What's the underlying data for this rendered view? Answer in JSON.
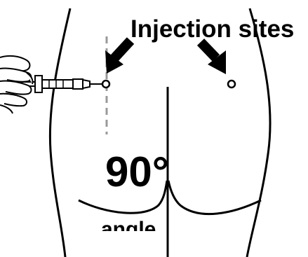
{
  "labels": {
    "title": "Injection sites",
    "angle_value": "90°",
    "angle_word": "angle"
  },
  "colors": {
    "line": "#000000",
    "guide": "#999999",
    "background": "#ffffff"
  },
  "icons": [
    "syringe-icon",
    "hand-icon",
    "arrow-icon"
  ]
}
